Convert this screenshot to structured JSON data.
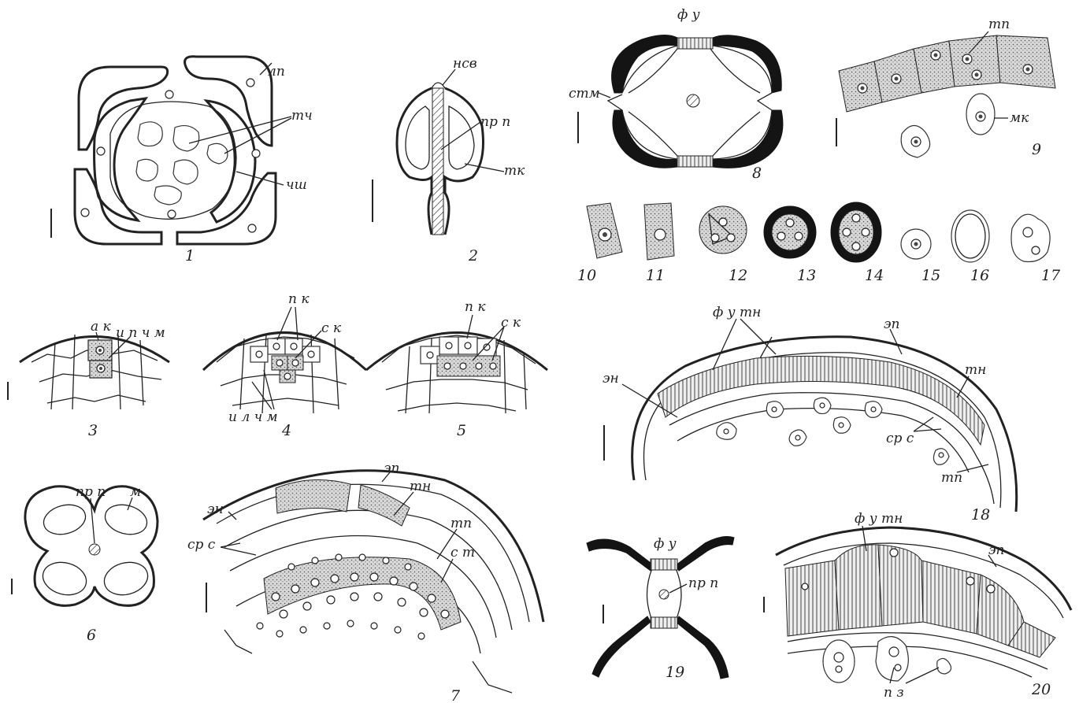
{
  "figure": {
    "panel_numbers": [
      "1",
      "2",
      "3",
      "4",
      "5",
      "6",
      "7",
      "8",
      "9",
      "10",
      "11",
      "12",
      "13",
      "14",
      "15",
      "16",
      "17",
      "18",
      "19",
      "20"
    ],
    "labels": {
      "p1_lp": "лп",
      "p1_tch": "тч",
      "p1_chsh": "чш",
      "p2_nsv": "нсв",
      "p2_prp": "пр п",
      "p2_tk": "тк",
      "p3_ak": "а к",
      "p3_ipchm": "и п ч м",
      "p4_pk": "п к",
      "p4_sk": "с к",
      "p4_ilchm": "и л ч м",
      "p5_pk": "п к",
      "p5_sk": "с к",
      "p6_prp": "пр п",
      "p6_m": "м",
      "p7_en": "эн",
      "p7_ep": "эп",
      "p7_tn": "тн",
      "p7_tp": "тп",
      "p7_st": "с т",
      "p7_srs": "ср с",
      "p8_fu": "ф у",
      "p8_stm": "стм",
      "p9_tp": "тп",
      "p9_mk": "мк",
      "p18_futn": "ф у тн",
      "p18_ep": "эп",
      "p18_tn": "тн",
      "p18_en": "эн",
      "p18_srs": "ср с",
      "p18_tp": "тп",
      "p19_fu": "ф у",
      "p19_prp": "пр п",
      "p20_futn": "ф у тн",
      "p20_ep": "эп",
      "p20_pz": "п з"
    }
  }
}
